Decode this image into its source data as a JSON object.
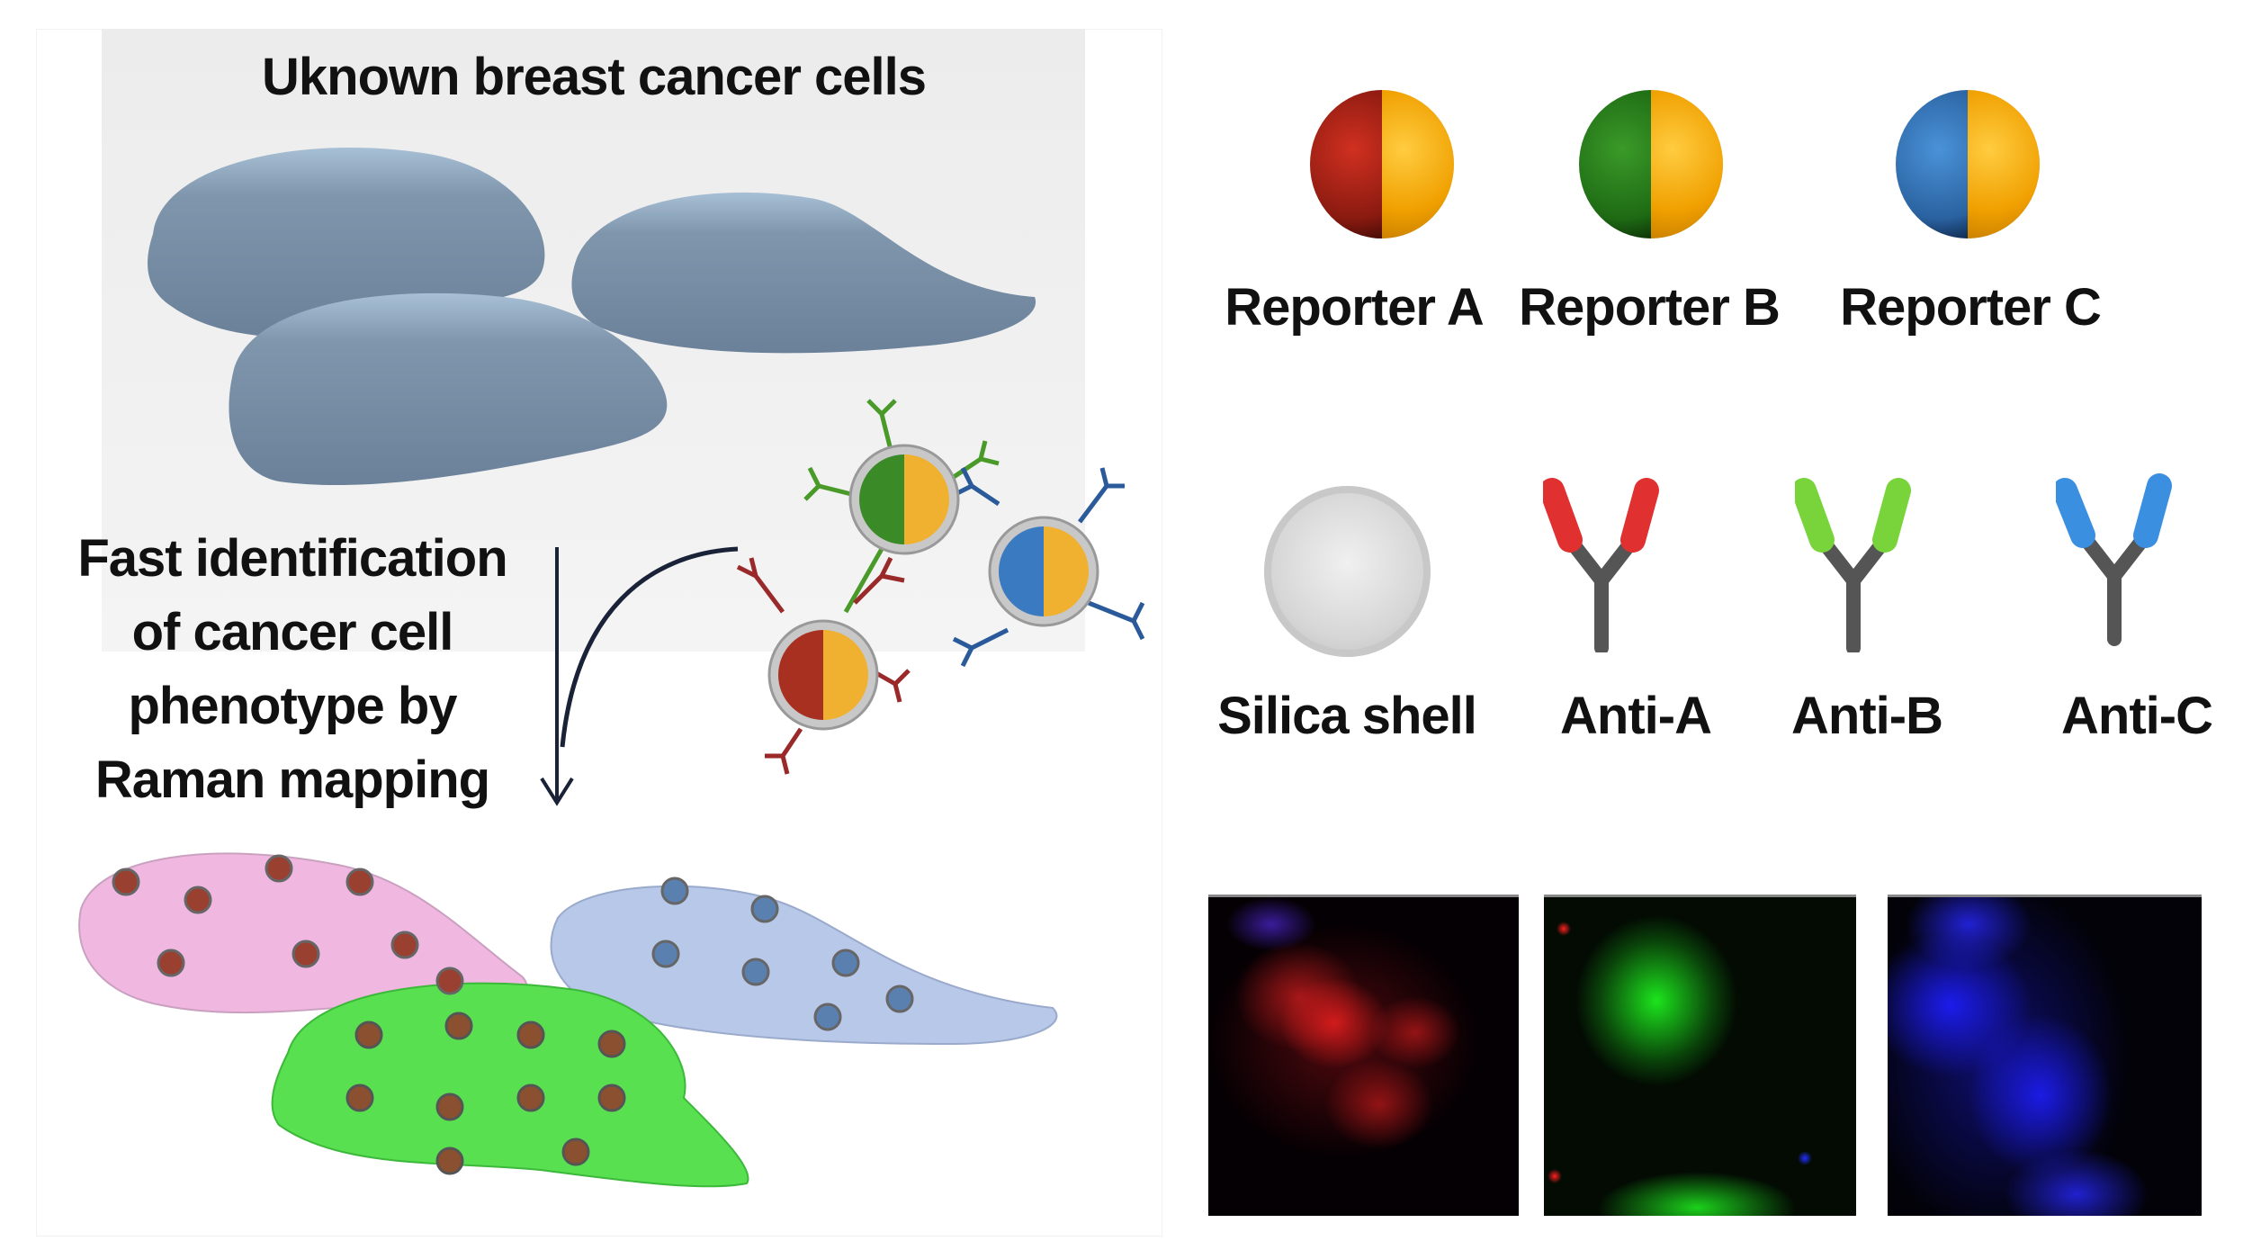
{
  "figure": {
    "title": "Uknown breast cancer cells",
    "process_text": [
      "Fast identification",
      "of cancer cell",
      "phenotype by",
      "Raman mapping"
    ],
    "reporters": [
      {
        "label": "Reporter A",
        "color": "#b3200f"
      },
      {
        "label": "Reporter B",
        "color": "#2f8a1e"
      },
      {
        "label": "Reporter C",
        "color": "#3a7fc8"
      }
    ],
    "components": [
      {
        "label": "Silica shell",
        "type": "shell",
        "color": "#d8d8d8"
      },
      {
        "label": "Anti-A",
        "type": "antibody",
        "color": "#e03030"
      },
      {
        "label": "Anti-B",
        "type": "antibody",
        "color": "#78d43a"
      },
      {
        "label": "Anti-C",
        "type": "antibody",
        "color": "#3a8fe0"
      }
    ],
    "raman_maps": [
      {
        "channel": "red",
        "color": "#e02020"
      },
      {
        "channel": "green",
        "color": "#20e020"
      },
      {
        "channel": "blue",
        "color": "#2020f0"
      }
    ],
    "labeled_cells": [
      {
        "color": "#f0b8e0",
        "name": "pink"
      },
      {
        "color": "#b8c8e8",
        "name": "blue"
      },
      {
        "color": "#58e050",
        "name": "green"
      }
    ],
    "unlabeled_cell_color": "#7a8fa6"
  }
}
